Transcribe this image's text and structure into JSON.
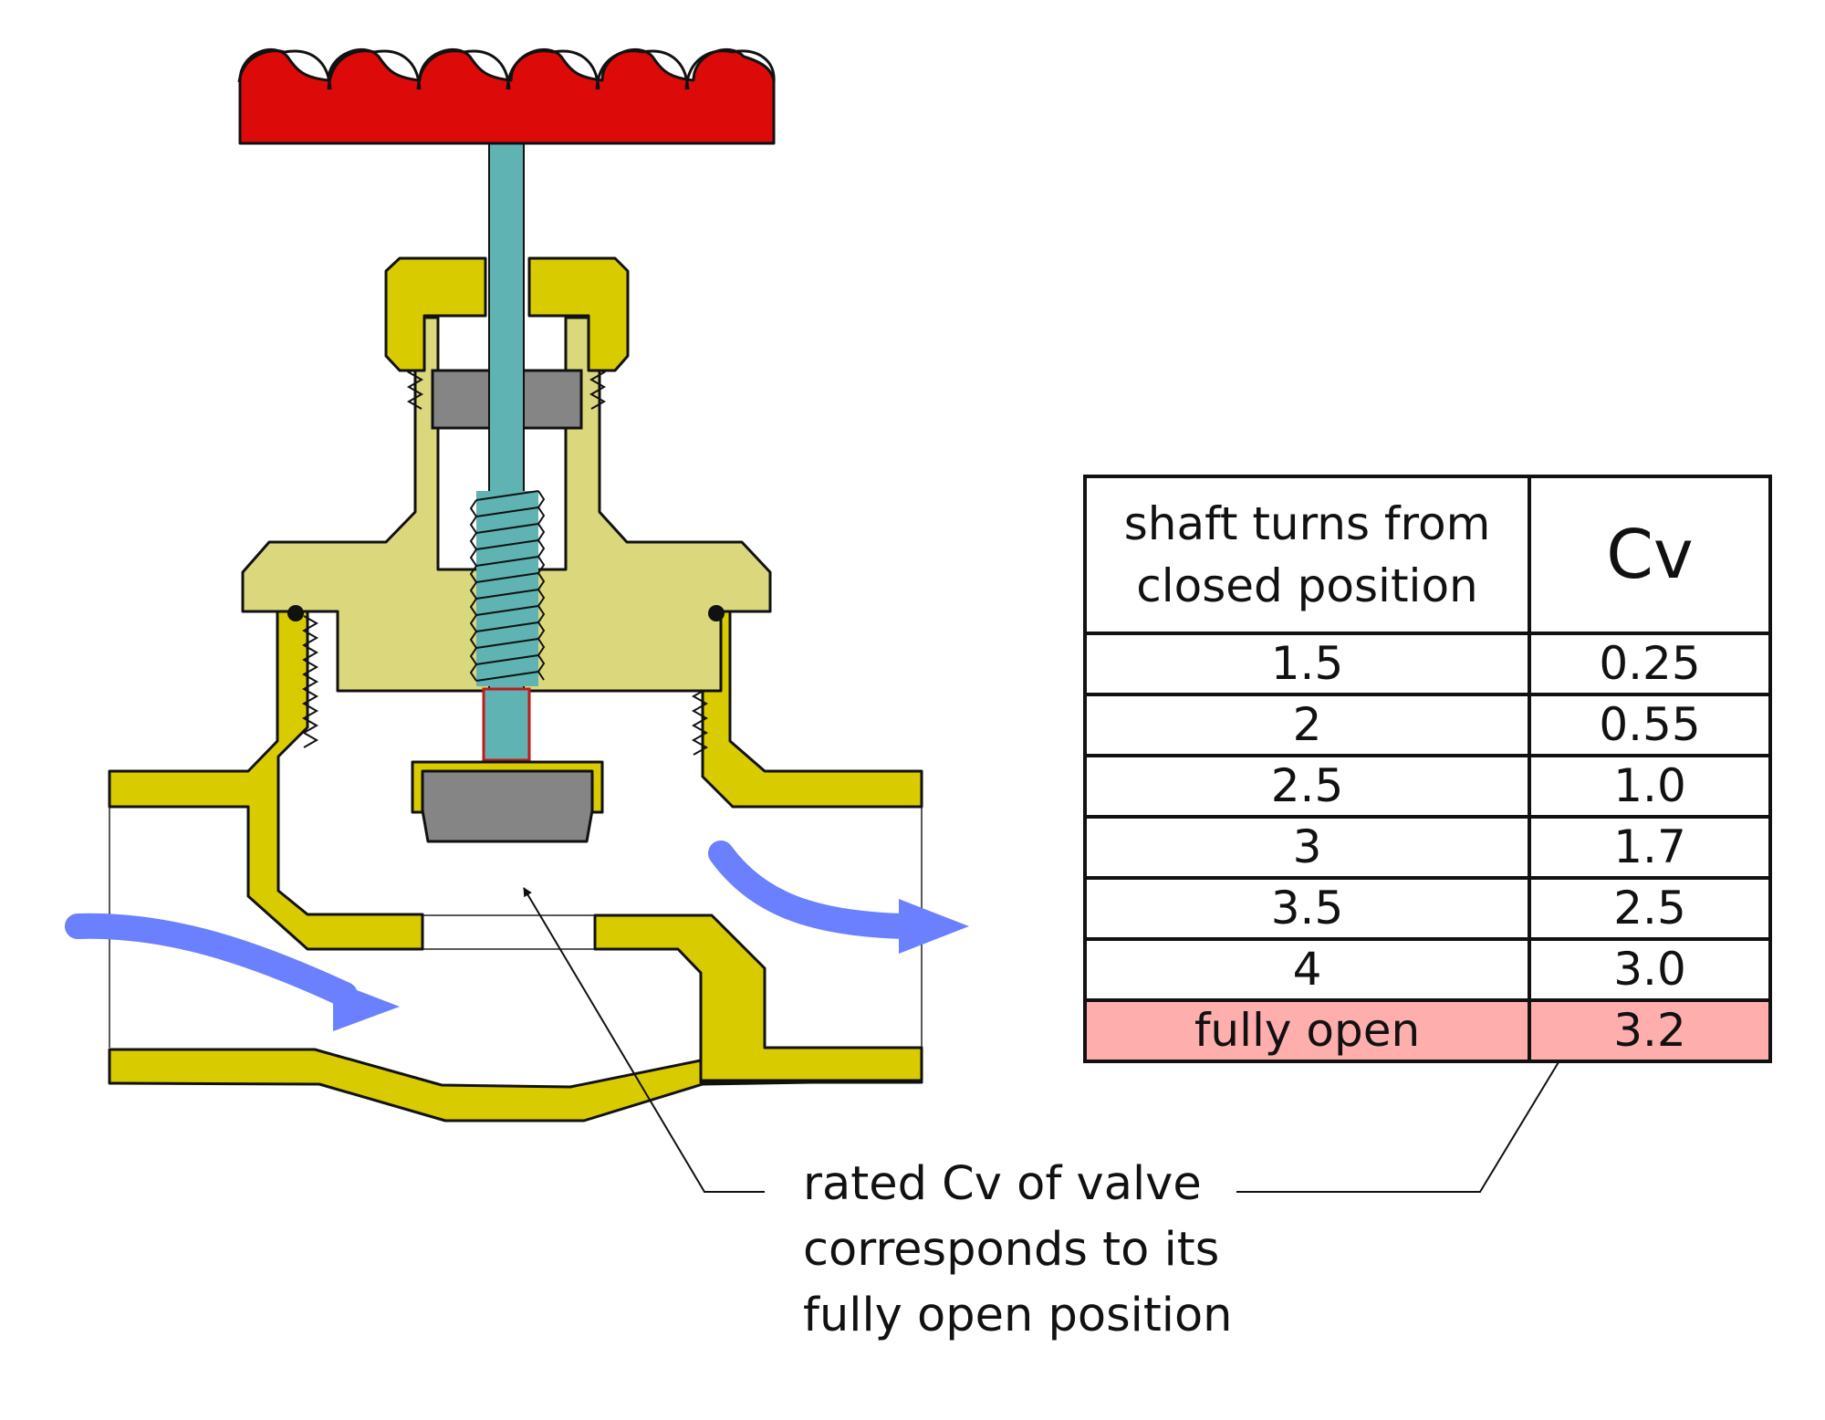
{
  "table": {
    "header": {
      "turns_line1": "shaft turns from",
      "turns_line2": "closed position",
      "cv": "Cv"
    },
    "rows": [
      {
        "turns": "1.5",
        "cv": "0.25"
      },
      {
        "turns": "2",
        "cv": "0.55"
      },
      {
        "turns": "2.5",
        "cv": "1.0"
      },
      {
        "turns": "3",
        "cv": "1.7"
      },
      {
        "turns": "3.5",
        "cv": "2.5"
      },
      {
        "turns": "4",
        "cv": "3.0"
      },
      {
        "turns": "fully open",
        "cv": "3.2",
        "highlighted": true
      }
    ]
  },
  "annotation": {
    "line1": "rated Cv of valve",
    "line2": "corresponds to its",
    "line3": "fully open position"
  },
  "colors": {
    "handwheel": "#dd0a0a",
    "body": "#d8cb00",
    "bonnet": "#dbd77c",
    "stem": "#5fb3b3",
    "packing": "#858585",
    "flow_arrow": "#6a80ff",
    "highlight_row": "#ffaeae"
  }
}
